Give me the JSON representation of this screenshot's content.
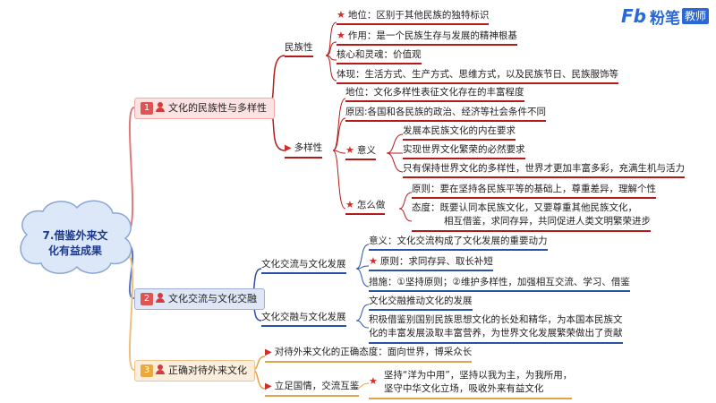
{
  "logo": {
    "mark": "Fb",
    "name": "粉笔",
    "tag": "教师"
  },
  "root": {
    "line1": "7.借鉴外来文",
    "line2": "化有益成果"
  },
  "branch1": {
    "num": "1",
    "label": "文化的民族性与多样性",
    "nationality": {
      "label": "民族性",
      "status": "地位：区别于其他民族的独特标识",
      "role": "作用：是一个民族生存与发展的精神根基",
      "core": "核心和灵魂：价值观",
      "manifest": "体现：生活方式、生产方式、思维方式，以及民族节日、民族服饰等"
    },
    "diversity": {
      "label": "多样性",
      "status": "地位：文化多样性表征文化存在的丰富程度",
      "reason": "原因:各国和各民族的政治、经济等社会条件不同",
      "meaning": {
        "label": "意义",
        "items": [
          "发展本民族文化的内在要求",
          "实现世界文化繁荣的必然要求",
          "只有保持世界文化的多样性，世界才更加丰富多彩，充满生机与活力"
        ]
      },
      "how": {
        "label": "怎么做",
        "principle": "原则：要在坚持各民族平等的基础上，尊重差异，理解个性",
        "attitude1": "态度：既要认同本民族文化，又要尊重其他民族文化，",
        "attitude2": "相互借鉴，求同存异，共同促进人类文明繁荣进步"
      }
    }
  },
  "branch2": {
    "num": "2",
    "label": "文化交流与文化交融",
    "exchange": {
      "label": "文化交流与文化发展",
      "meaning": "意义：文化交流构成了文化发展的重要动力",
      "principle": "原则：求同存异、取长补短",
      "measures": "措施：①坚持原则；②维护多样性，加强相互交流、学习、借鉴"
    },
    "fusion": {
      "label": "文化交融与文化发展",
      "item1": "文化交融推动文化的发展",
      "item2a": "积极借鉴别国别民族思想文化的长处和精华，为本国本民族文",
      "item2b": "化的丰富发展汲取丰富营养，为世界文化发展繁荣做出了贡献"
    }
  },
  "branch3": {
    "num": "3",
    "label": "正确对待外来文化",
    "attitude": "对待外来文化的正确态度：面向世界，博采众长",
    "basis": {
      "label": "立足国情，交流互鉴",
      "item1": "坚持“洋为中用”，坚持以我为主，为我所用，",
      "item2": "坚守中华文化立场，吸收外来有益文化"
    }
  },
  "colors": {
    "red": "#b31b1b",
    "blue": "#2a52a8",
    "orange": "#e0a24a",
    "root": "#1d3a8a"
  }
}
